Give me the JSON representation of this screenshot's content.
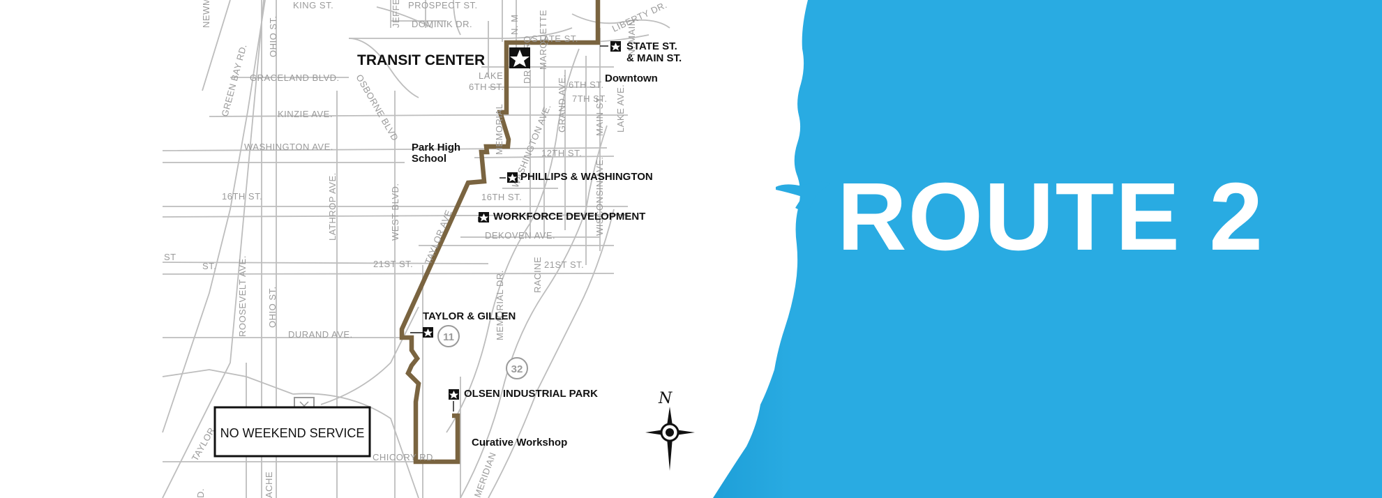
{
  "colors": {
    "lake": "#29ABE2",
    "route": "#7A6440",
    "street": "#BDBDBD",
    "street_label": "#9A9A9A",
    "title": "#FFFFFF"
  },
  "route_title": "ROUTE 2",
  "hub_label": "TRANSIT CENTER",
  "notice": "NO WEEKEND SERVICE",
  "stops": [
    {
      "name_line1": "STATE ST.",
      "name_line2": "& MAIN ST."
    },
    {
      "name": "PHILLIPS & WASHINGTON"
    },
    {
      "name": "WORKFORCE DEVELOPMENT"
    },
    {
      "name": "TAYLOR & GILLEN"
    },
    {
      "name": "OLSEN INDUSTRIAL PARK"
    }
  ],
  "places": {
    "downtown": "Downtown",
    "park_high_line1": "Park High",
    "park_high_line2": "School",
    "curative": "Curative Workshop"
  },
  "shields": [
    "11",
    "32"
  ],
  "compass_letter": "N",
  "icons": {
    "stop": "star-in-square-icon",
    "hub": "star-in-square-icon",
    "compass": "compass-rose-icon",
    "shield": "route-shield-icon"
  },
  "street_labels": {
    "newman": "NEWMAN",
    "green_bay": "GREEN BAY RD.",
    "ohio_top": "OHIO ST.",
    "ohio_bottom": "OHIO ST.",
    "graceland": "GRACELAND BLVD.",
    "kinzie": "KINZIE AVE.",
    "washington_ave": "WASHINGTON AVE.",
    "sixteenth_w": "16TH ST.",
    "sixteenth_e": "16TH ST.",
    "lathrop": "LATHROP AVE.",
    "west_blvd": "WEST BLVD.",
    "taylor_ave": "TAYLOR AVE",
    "twentyfirst_w": "21ST ST.",
    "twentyfirst_e": "21ST ST.",
    "st_left": "ST",
    "st_left2": "ST.",
    "roosevelt": "ROOSEVELT AVE.",
    "durand": "DURAND AVE.",
    "memorial_dr": "MEMORIAL DR.",
    "memorial": "MEMORIAL",
    "racine": "RACINE",
    "dekoven": "DEKOVEN AVE.",
    "state": "STATE ST.",
    "sixth": "6TH ST.",
    "sixth_e": "6TH ST.",
    "seventh": "7TH ST.",
    "twelfth": "12TH ST.",
    "grand": "GRAND AVE.",
    "main": "MAIN ST.",
    "lake_ave": "LAKE AVE.",
    "wisconsin": "WISCONSIN AVE.",
    "washington_diag": "WASHINGTON AVE.",
    "marquette": "MARQUETTE",
    "dr_marq": "DR. MARQ",
    "prospect": "PROSPECT ST.",
    "dominik": "DOMINIK DR.",
    "jefferson": "JEFFERS",
    "king": "KING ST.",
    "osborne": "OSBORNE BLVD",
    "chicory": "CHICORY RD.",
    "taylor_bottom": "TAYLOR",
    "meridian": "MERIDIAN",
    "n_main": "N. MAIN",
    "n_m": "N. M",
    "lake_short": "LAKE",
    "ache": "ACHE",
    "d_label": "D.",
    "sixth_short": "6TH ST.",
    "liberty_dr": "LIBERTY DR."
  }
}
